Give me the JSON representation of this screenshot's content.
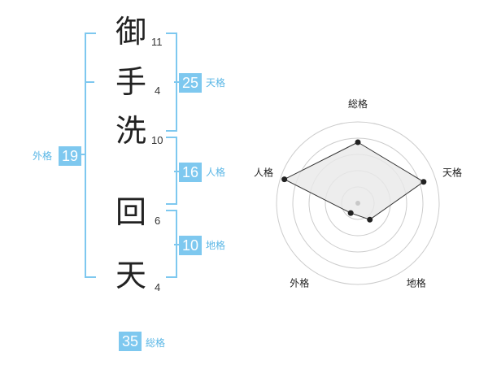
{
  "name_chars": [
    {
      "char": "御",
      "strokes": "11"
    },
    {
      "char": "手",
      "strokes": "4"
    },
    {
      "char": "洗",
      "strokes": "10"
    },
    {
      "char": "回",
      "strokes": "6"
    },
    {
      "char": "天",
      "strokes": "4"
    }
  ],
  "fortunes": {
    "tenkaku": {
      "value": "25",
      "label": "天格"
    },
    "jinkaku": {
      "value": "16",
      "label": "人格"
    },
    "chikaku": {
      "value": "10",
      "label": "地格"
    },
    "gaikaku": {
      "value": "19",
      "label": "外格"
    },
    "soukaku": {
      "value": "35",
      "label": "総格"
    }
  },
  "radar": {
    "axes": [
      "総格",
      "天格",
      "地格",
      "外格",
      "人格"
    ],
    "values": [
      0.75,
      0.85,
      0.25,
      0.15,
      0.95
    ],
    "colors": {
      "accent": "#7ec8ef",
      "grid": "#cccccc",
      "fill": "#e9e9e9",
      "line": "#333333"
    }
  }
}
